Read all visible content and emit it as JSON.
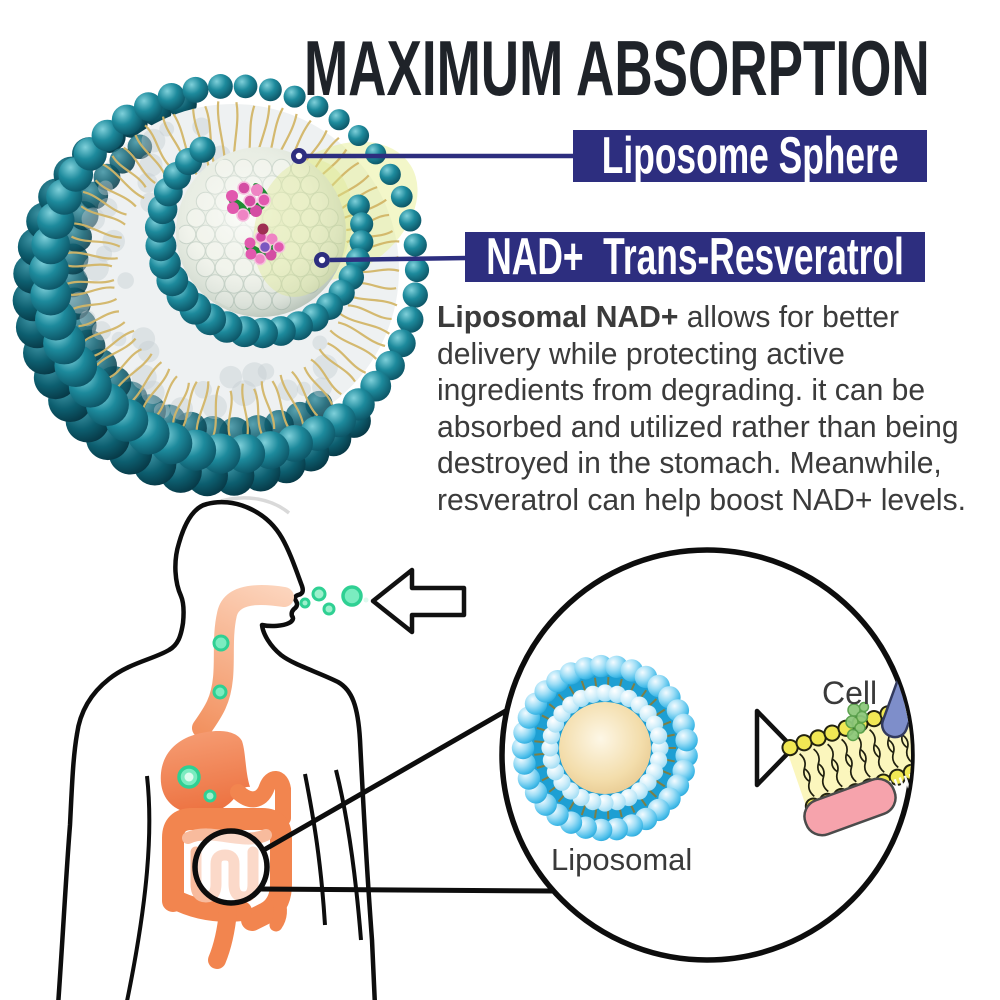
{
  "title": "MAXIMUM ABSORPTION",
  "callouts": {
    "liposome_sphere": "Liposome Sphere",
    "nad_resveratrol": "NAD+  Trans-Resveratrol"
  },
  "description": {
    "lead_bold": "Liposomal NAD+",
    "line1_rest": " allows for better",
    "line2": "delivery while protecting active",
    "line3": "ingredients from degrading. it can be",
    "line4": "absorbed and utilized rather than being",
    "line5": "destroyed in the stomach. Meanwhile,",
    "line6": "resveratrol can help boost NAD+ levels."
  },
  "magnified_view": {
    "liposome_label": "Liposomal",
    "cell_label": "Cell"
  },
  "colors": {
    "navy": "#2d2e7f",
    "title_text": "#1f2329",
    "body_text": "#3b3b3b",
    "teal_mid": "#1d8a9c",
    "teal_dark": "#0a4c5d",
    "tail_tan": "#d2b567",
    "orange_tract": "#f2854f",
    "orange_light": "#f8bb9d",
    "green_particle": "#2fd093",
    "lipo_band_blue": "#1d9fd3",
    "lipo_core_tan": "#f0d9a4",
    "membrane_yellow": "#f1e854",
    "membrane_bg": "#fbf6bd",
    "capsule_blue": "#7e8eca",
    "capsule_pink": "#f6a3ac",
    "molecule_green": "#8dc87b"
  }
}
